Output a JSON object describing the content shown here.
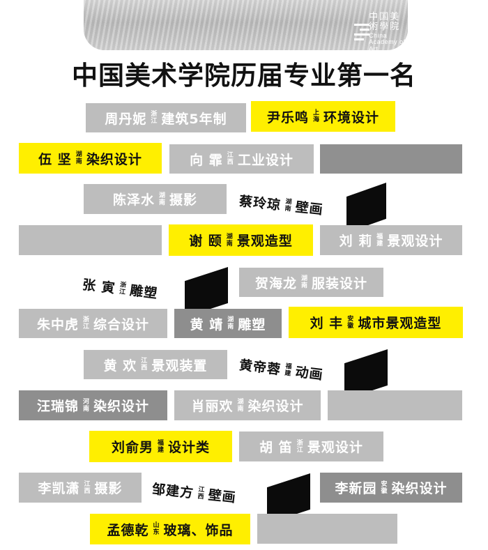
{
  "header": {
    "logo_cn": "中国美術學院",
    "logo_en": "China Academy of Art",
    "title": "中国美术学院历届专业第一名"
  },
  "entries": [
    {
      "name": "周丹妮",
      "province": [
        "浙",
        "江"
      ],
      "major": "建筑5年制"
    },
    {
      "name": "尹乐鸣",
      "province": [
        "上",
        "海"
      ],
      "major": "环境设计"
    },
    {
      "name": "伍 坚",
      "province": [
        "湖",
        "南"
      ],
      "major": "染织设计"
    },
    {
      "name": "向 霏",
      "province": [
        "江",
        "西"
      ],
      "major": "工业设计"
    },
    {
      "name": "陈泽水",
      "province": [
        "湖",
        "南"
      ],
      "major": "摄影"
    },
    {
      "name": "蔡玲琼",
      "province": [
        "湖",
        "南"
      ],
      "major": "壁画"
    },
    {
      "name": "谢 颐",
      "province": [
        "湖",
        "南"
      ],
      "major": "景观造型"
    },
    {
      "name": "刘 莉",
      "province": [
        "福",
        "建"
      ],
      "major": "景观设计"
    },
    {
      "name": "张 寅",
      "province": [
        "浙",
        "江"
      ],
      "major": "雕塑"
    },
    {
      "name": "贺海龙",
      "province": [
        "湖",
        "南"
      ],
      "major": "服装设计"
    },
    {
      "name": "朱中虎",
      "province": [
        "浙",
        "江"
      ],
      "major": "综合设计"
    },
    {
      "name": "黄 靖",
      "province": [
        "湖",
        "南"
      ],
      "major": "雕塑"
    },
    {
      "name": "刘 丰",
      "province": [
        "安",
        "徽"
      ],
      "major": "城市景观造型"
    },
    {
      "name": "黄 欢",
      "province": [
        "江",
        "西"
      ],
      "major": "景观装置"
    },
    {
      "name": "黄帝蓉",
      "province": [
        "福",
        "建"
      ],
      "major": "动画"
    },
    {
      "name": "汪瑞锦",
      "province": [
        "河",
        "南"
      ],
      "major": "染织设计"
    },
    {
      "name": "肖丽欢",
      "province": [
        "湖",
        "南"
      ],
      "major": "染织设计"
    },
    {
      "name": "刘俞男",
      "province": [
        "福",
        "建"
      ],
      "major": "设计类"
    },
    {
      "name": "胡 笛",
      "province": [
        "浙",
        "江"
      ],
      "major": "景观设计"
    },
    {
      "name": "李凯潇",
      "province": [
        "江",
        "西"
      ],
      "major": "摄影"
    },
    {
      "name": "邹建方",
      "province": [
        "江",
        "西"
      ],
      "major": "壁画"
    },
    {
      "name": "李新园",
      "province": [
        "安",
        "徽"
      ],
      "major": "染织设计"
    },
    {
      "name": "孟德乾",
      "province": [
        "山",
        "东"
      ],
      "major": "玻璃、饰品"
    }
  ]
}
